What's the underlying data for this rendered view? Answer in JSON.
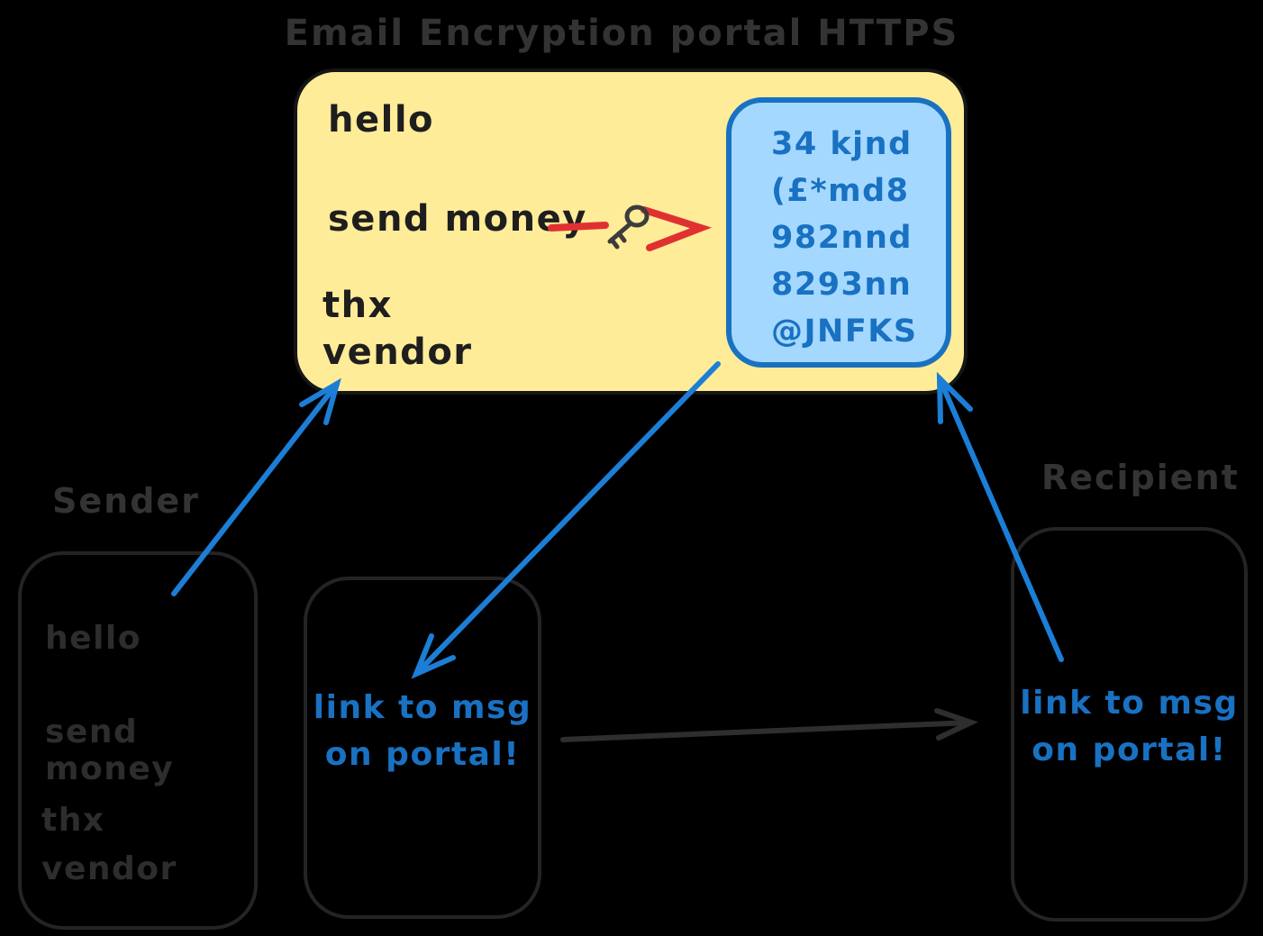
{
  "title": "Email Encryption portal HTTPS",
  "palette": {
    "background": "#000000",
    "panel_fill": "#ffec99",
    "cipher_fill": "#a5d8ff",
    "cipher_blue": "#1971c2",
    "arrow_blue": "#1c7ed6",
    "encrypt_red": "#e03131",
    "ink": "#1e1e1e",
    "dim_ink": "#333333"
  },
  "encryption_panel": {
    "plain_lines": [
      "hello",
      "send money",
      "thx",
      "vendor"
    ],
    "cipher_lines": [
      "34 kjnd",
      "(£*md8",
      "982nnd",
      "8293nn",
      "@JNFKS"
    ]
  },
  "sender": {
    "label": "Sender",
    "message_lines": [
      "hello",
      "send money",
      "thx",
      "vendor"
    ]
  },
  "recipient": {
    "label": "Recipient"
  },
  "portal_link": {
    "line1": "link to msg",
    "line2": "on portal!"
  },
  "icons": {
    "key": "old-key"
  }
}
